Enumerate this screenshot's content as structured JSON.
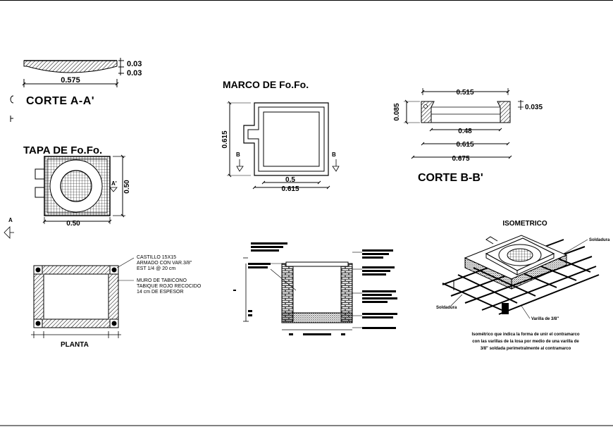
{
  "corte_aa": {
    "title": "CORTE A-A'",
    "dim_width": "0.575",
    "dim_top": "0.03",
    "dim_bottom": "0.03"
  },
  "tapa": {
    "title": "TAPA DE Fo.Fo.",
    "dim_width": "0.50",
    "dim_height": "0.50",
    "section_a_left": "A",
    "section_a_right": "A'"
  },
  "marco": {
    "title": "MARCO DE Fo.Fo.",
    "dim_height": "0.615",
    "dim_inner": "0.5",
    "dim_outer": "0.615",
    "section_b_left": "B",
    "section_b_right": "B"
  },
  "corte_bb": {
    "title": "CORTE B-B'",
    "dim_top": "0.515",
    "dim_left": "0.085",
    "dim_right": "0.035",
    "dim_1": "0.48",
    "dim_2": "0.615",
    "dim_3": "0.675"
  },
  "planta": {
    "title": "PLANTA",
    "note_castillo": [
      "CASTILLO 15X15",
      "ARMADO CON VAR.3/8\"",
      "EST 1/4 @ 20 cm"
    ],
    "note_muro": [
      "MURO DE TABICONO",
      "TABIQUE ROJO RECOCIDO",
      "14 cm DE ESPESOR"
    ]
  },
  "isometrico": {
    "title": "ISOMETRICO",
    "label_soldadura_top": "Soldadura",
    "label_soldadura_left": "Soldadura",
    "label_varilla": "Varilla de 3/8\"",
    "caption": [
      "Isométrico que indica la forma de unir el contramarco",
      "con las varillas de la losa por medio de una varilla de",
      "3/8\" soldada perimetralmente al contramarco"
    ]
  }
}
